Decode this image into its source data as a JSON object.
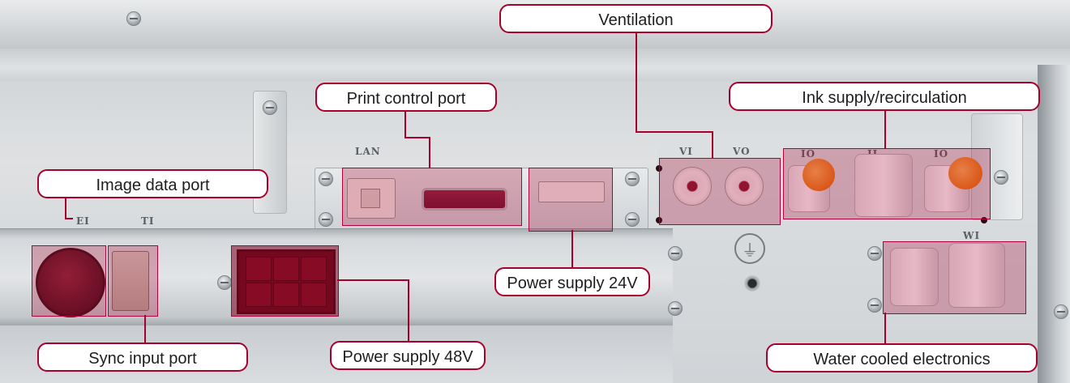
{
  "engravings": {
    "lan": "LAN",
    "ei": "EI",
    "ti": "TI",
    "vi": "VI",
    "vo": "VO",
    "io": "IO",
    "ii": "II",
    "io2": "IO",
    "wi": "WI"
  },
  "labels": {
    "ventilation": "Ventilation",
    "print_control_port": "Print control port",
    "ink_supply": "Ink supply/recirculation",
    "image_data_port": "Image data port",
    "power_supply_24v": "Power supply 24V",
    "sync_input_port": "Sync input port",
    "power_supply_48v": "Power supply 48V",
    "water_cooled": "Water cooled electronics"
  },
  "colors": {
    "accent": "#a8002d",
    "highlight_fill": "rgba(168,0,45,0.28)",
    "label_bg": "#ffffff"
  }
}
